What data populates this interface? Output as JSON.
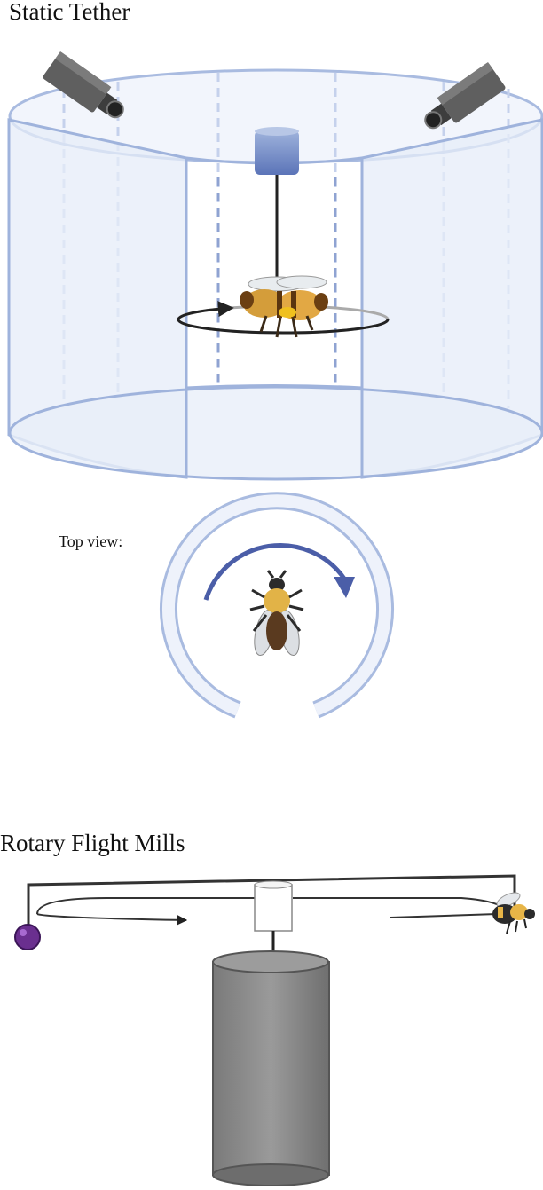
{
  "sections": {
    "static_tether": {
      "title": "Static Tether"
    },
    "top_view": {
      "label": "Top view:"
    },
    "rotary": {
      "title": "Rotary Flight Mills"
    }
  },
  "colors": {
    "arena_stroke": "#9fb3dc",
    "arena_fill": "#e8eef9",
    "arrow_blue": "#4b5ea8",
    "camera": "#6b6b6b",
    "cylinder_gray": "#8a8a8a",
    "counterweight": "#6a2f8f",
    "bee_yellow": "#e7b547"
  },
  "icons": [
    "camera-icon",
    "bee-icon",
    "rotation-arrow-icon",
    "counterweight-icon"
  ]
}
